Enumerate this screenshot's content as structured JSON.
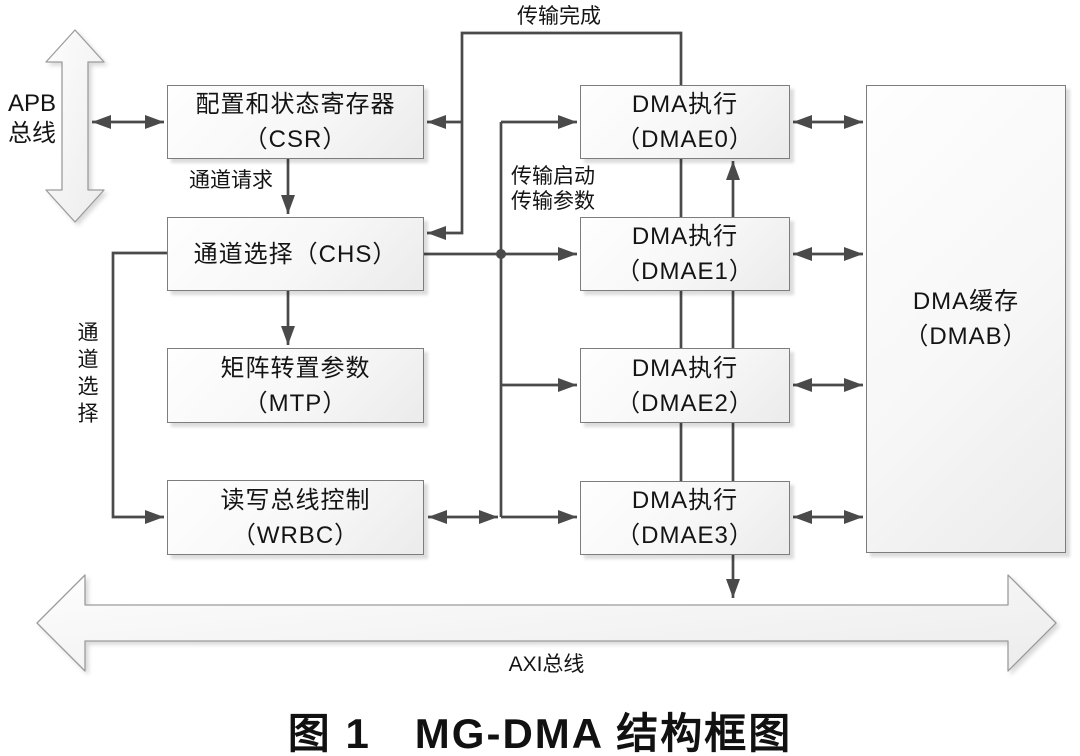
{
  "figure": {
    "caption": "图 1　MG-DMA 结构框图"
  },
  "buses": {
    "apb": {
      "line1": "APB",
      "line2": "总线"
    },
    "axi": {
      "label": "AXI总线"
    }
  },
  "blocks": {
    "csr": {
      "line1": "配置和状态寄存器",
      "line2": "（CSR）"
    },
    "chs": {
      "line1": "通道选择（CHS）"
    },
    "mtp": {
      "line1": "矩阵转置参数",
      "line2": "（MTP）"
    },
    "wrbc": {
      "line1": "读写总线控制",
      "line2": "（WRBC）"
    },
    "dmae0": {
      "line1": "DMA执行",
      "line2": "（DMAE0）"
    },
    "dmae1": {
      "line1": "DMA执行",
      "line2": "（DMAE1）"
    },
    "dmae2": {
      "line1": "DMA执行",
      "line2": "（DMAE2）"
    },
    "dmae3": {
      "line1": "DMA执行",
      "line2": "（DMAE3）"
    },
    "dmab": {
      "line1": "DMA缓存",
      "line2": "（DMAB）"
    }
  },
  "edge_labels": {
    "transfer_done": "传输完成",
    "channel_request": "通道请求",
    "transfer_start": "传输启动",
    "transfer_params": "传输参数",
    "channel_select": "通道选择"
  },
  "colors": {
    "line": "#4a4a4a",
    "box_border": "#7d7d7d",
    "big_arrow_outline": "#9c9c9c",
    "text": "#141414",
    "background": "#ffffff"
  }
}
